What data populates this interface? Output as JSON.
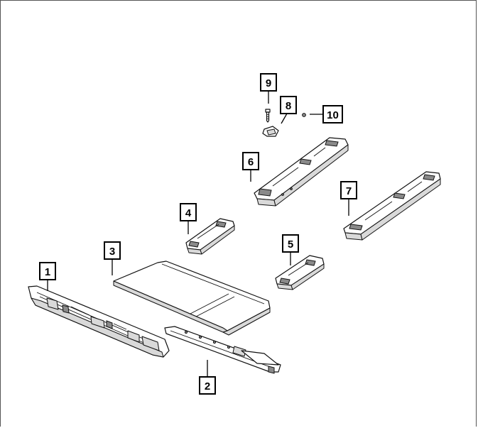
{
  "callouts": [
    {
      "id": "1",
      "label": "1"
    },
    {
      "id": "2",
      "label": "2"
    },
    {
      "id": "3",
      "label": "3"
    },
    {
      "id": "4",
      "label": "4"
    },
    {
      "id": "5",
      "label": "5"
    },
    {
      "id": "6",
      "label": "6"
    },
    {
      "id": "7",
      "label": "7"
    },
    {
      "id": "8",
      "label": "8"
    },
    {
      "id": "9",
      "label": "9"
    },
    {
      "id": "10",
      "label": "10"
    }
  ],
  "colors": {
    "line": "#000000",
    "background": "#ffffff",
    "shade": "#d9d9d9"
  }
}
